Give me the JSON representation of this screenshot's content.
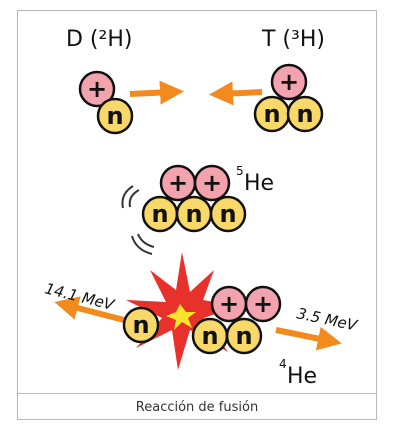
{
  "labels": {
    "deuterium": "D (²H)",
    "tritium": "T (³H)",
    "helium5": "He",
    "helium5_mass": "5",
    "helium4": "He",
    "helium4_mass": "4",
    "neutron_energy": "14.1 MeV",
    "alpha_energy": "3.5 MeV"
  },
  "symbols": {
    "proton": "+",
    "neutron": "n"
  },
  "caption": "Reacción de fusión",
  "colors": {
    "proton": "#f2a3ad",
    "neutron": "#f7d868",
    "arrow": "#f28a1e",
    "burst_red": "#e8312a",
    "burst_yellow": "#ffe22b"
  }
}
